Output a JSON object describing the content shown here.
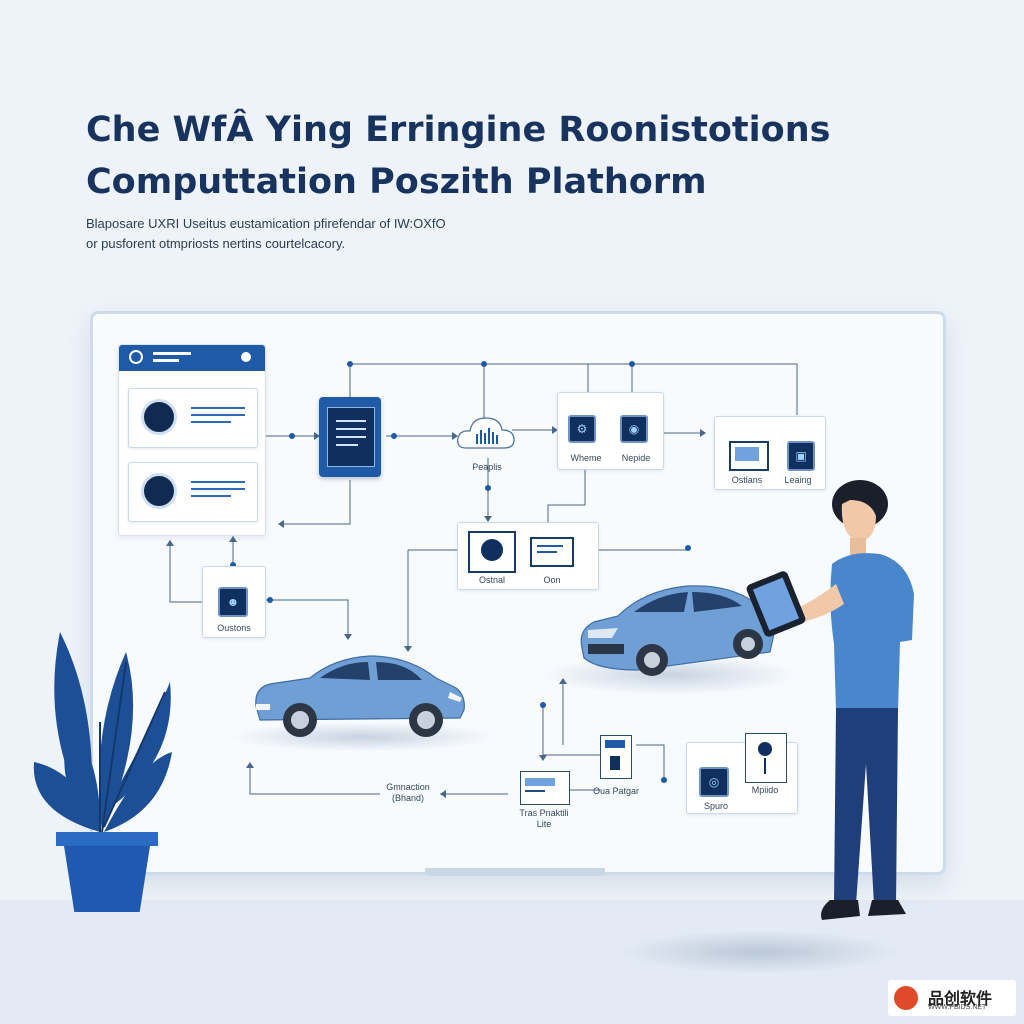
{
  "title": {
    "line1": "Che WfÂ Ying Erringine Roonistotions",
    "line2": "Computtation Poszith Plathorm"
  },
  "subtitle": {
    "line1": "Blaposare UXRI Useitus eustamication pfirefendar of IW:OXfO",
    "line2": "or pusforent otmpriosts nertins courtelcacory."
  },
  "nodes": {
    "cloud": "Peaplis",
    "wheme": "Wheme",
    "nepide": "Nepide",
    "ostlans": "Ostlans",
    "leaing": "Leaing",
    "ostnal": "Ostnal",
    "oon": "Oon",
    "oustons": "Oustons",
    "gmnaction": "Gmnaction",
    "gmnaction_sub": "(Bhand)",
    "tras_line1": "Tras Pnaktili",
    "tras_line2": "Lite",
    "oua_patgar": "Oua Patgar",
    "spuro": "Spuro",
    "mpiido": "Mpiido"
  },
  "watermark": {
    "name": "品创软件",
    "url": "WWW.PBIDS.NET"
  },
  "colors": {
    "navy": "#17335e",
    "accent": "#1f5aa6",
    "car": "#6f9fd4",
    "leaf": "#1c4f96"
  }
}
